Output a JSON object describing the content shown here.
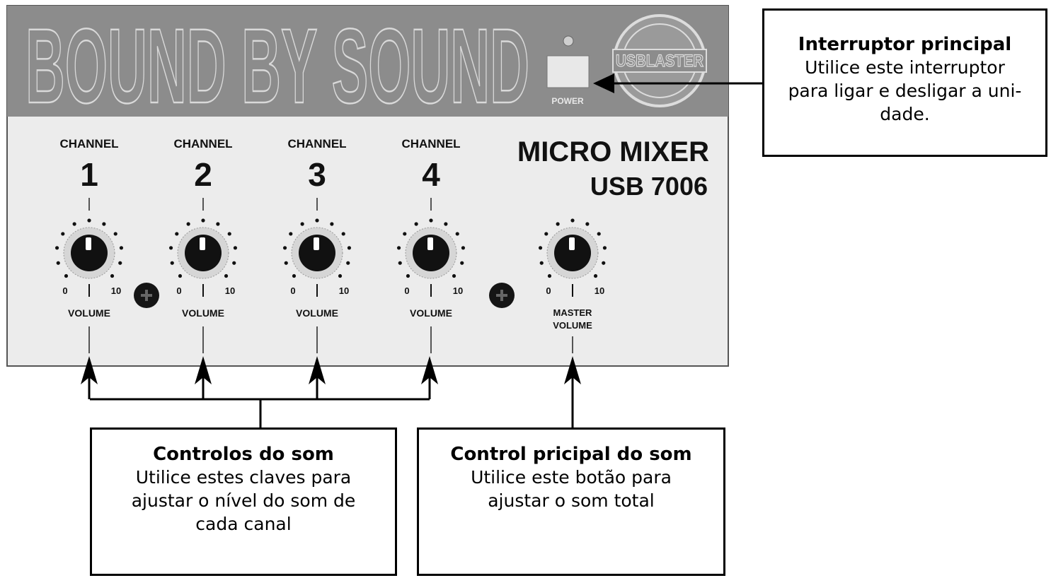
{
  "panel": {
    "brand": "BOUND BY SOUND",
    "power_label": "POWER",
    "logo_text": "USBLASTER",
    "model": "MICRO MIXER",
    "model_number": "USB 7006",
    "channels": [
      {
        "caption": "CHANNEL",
        "number": "1",
        "min": "0",
        "max": "10",
        "volume": "VOLUME"
      },
      {
        "caption": "CHANNEL",
        "number": "2",
        "min": "0",
        "max": "10",
        "volume": "VOLUME"
      },
      {
        "caption": "CHANNEL",
        "number": "3",
        "min": "0",
        "max": "10",
        "volume": "VOLUME"
      },
      {
        "caption": "CHANNEL",
        "number": "4",
        "min": "0",
        "max": "10",
        "volume": "VOLUME"
      }
    ],
    "master": {
      "min": "0",
      "max": "10",
      "label_line1": "MASTER",
      "label_line2": "VOLUME"
    }
  },
  "callouts": {
    "power": {
      "title": "Interruptor principal",
      "body": "Utilice este interruptor\npara ligar e desligar a uni-\ndade."
    },
    "channels": {
      "title": "Controlos do som",
      "body": "Utilice estes claves para\najustar o nível do som de\ncada canal"
    },
    "master": {
      "title": "Control pricipal do som",
      "body": "Utilice este botão para\najustar o som total"
    }
  },
  "colors": {
    "header": "#8c8c8c",
    "panel": "#ececec",
    "knob": "#111111"
  }
}
